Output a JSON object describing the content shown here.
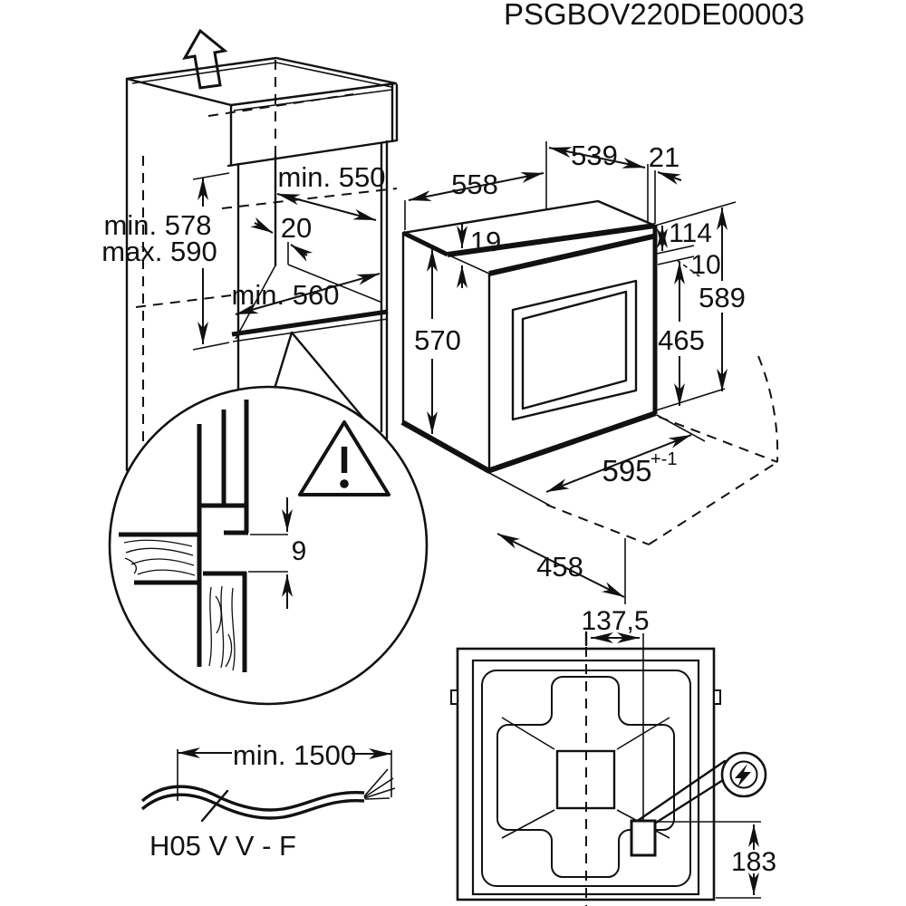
{
  "title": "PSGBOV220DE00003",
  "cabinet": {
    "dim_niche_depth_top": "min. 550",
    "dim_rear_gap": "20",
    "dim_niche_depth_floor": "min. 560",
    "dim_niche_height_min": "min. 578",
    "dim_niche_height_max": "max. 590"
  },
  "oven": {
    "dim_top_depth": "558",
    "dim_body_depth": "539",
    "dim_door_protrusion": "21",
    "dim_top_inset": "19",
    "dim_body_height": "570",
    "dim_control_panel_height": "114",
    "dim_gap": "10",
    "dim_front_height": "589",
    "dim_door_height": "465",
    "dim_front_width": "595",
    "dim_front_width_tolerance": "+-1",
    "dim_clearance_depth": "458"
  },
  "shelf_detail": {
    "dim_edge_gap": "9"
  },
  "power_cable": {
    "dim_min_length": "min. 1500",
    "cable_type": "H05 V V - F"
  },
  "rear_view": {
    "dim_connection_offset_x": "137,5",
    "dim_connection_height": "183"
  },
  "colors": {
    "line": "#111111",
    "background": "#ffffff"
  }
}
